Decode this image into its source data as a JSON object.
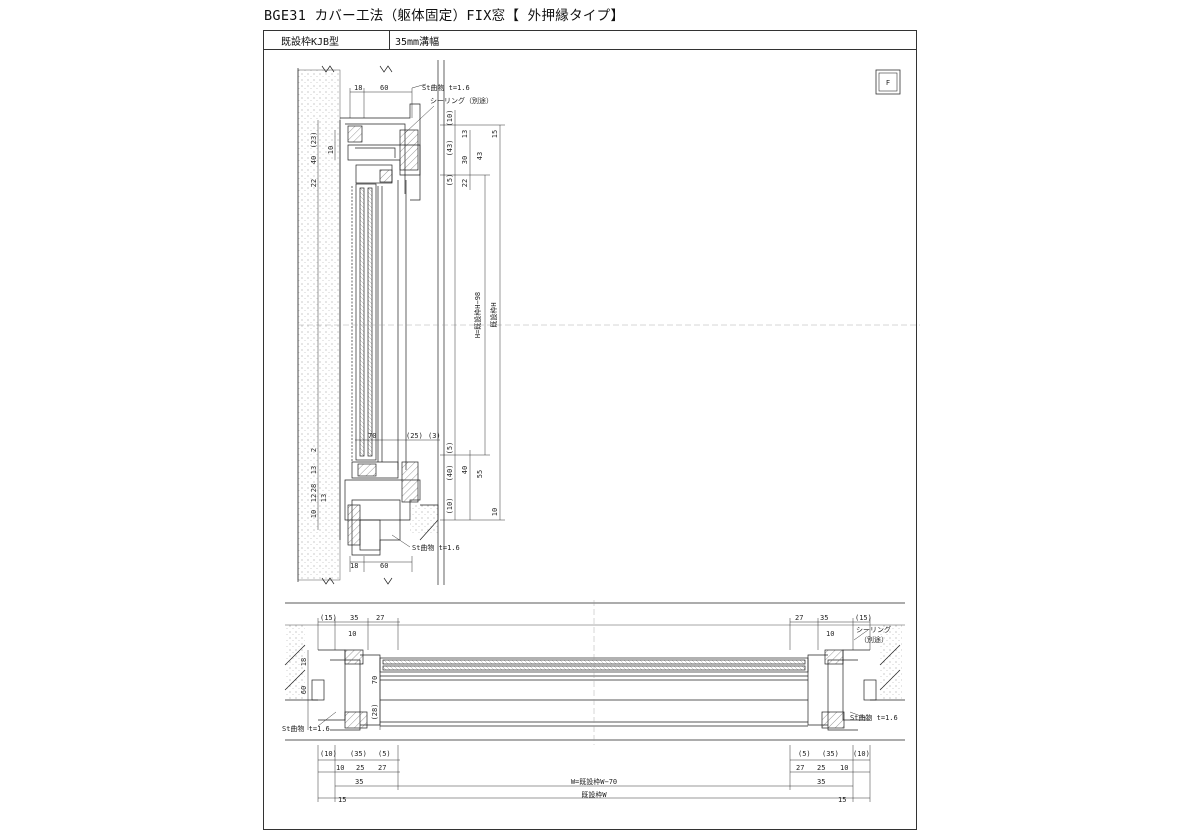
{
  "title": "BGE31 カバー工法（躯体固定）FIX窓【 外押縁タイプ】",
  "header": {
    "frame_type": "既設枠KJB型",
    "groove_width": "35mm溝幅"
  },
  "symbol": "F",
  "vertical_section": {
    "top_dims": [
      "18",
      "60"
    ],
    "bottom_dims": [
      "18",
      "60"
    ],
    "left_dims": [
      "(23)",
      "10",
      "40",
      "22",
      "2",
      "13",
      "28",
      "12",
      "13",
      "10"
    ],
    "right_inner_dims": [
      "(10)",
      "(43)",
      "(5)",
      "(5)",
      "(40)",
      "(10)"
    ],
    "right_dims": [
      "13",
      "30",
      "22",
      "40",
      "15",
      "43",
      "55",
      "10"
    ],
    "mid_dims": [
      "70",
      "(25)",
      "(3)"
    ],
    "label_st_top": "St曲物 t=1.6",
    "label_sealing": "シーリング（別途）",
    "label_st_bottom": "St曲物 t=1.6",
    "dim_h_inner": "H=既設枠H−98",
    "dim_h_outer": "既設枠H"
  },
  "horizontal_section": {
    "top_left": [
      "(15)",
      "35",
      "27",
      "10"
    ],
    "top_right": [
      "27",
      "35",
      "(15)",
      "10"
    ],
    "left_side": [
      "18",
      "60",
      "70",
      "(28)"
    ],
    "bottom_left_a": [
      "(10)",
      "(35)",
      "(5)"
    ],
    "bottom_left_b": [
      "10",
      "25",
      "27"
    ],
    "bottom_right_a": [
      "(5)",
      "(35)",
      "(10)"
    ],
    "bottom_right_b": [
      "27",
      "25",
      "10"
    ],
    "label_st_left": "St曲物 t=1.6",
    "label_st_right": "St曲物 t=1.6",
    "label_sealing_line1": "シーリング",
    "label_sealing_line2": "（別途）",
    "dim_w_inner_left": "35",
    "dim_w_inner": "W=既設枠W−70",
    "dim_w_inner_right": "35",
    "dim_w_outer_left": "15",
    "dim_w_outer": "既設枠W",
    "dim_w_outer_right": "15"
  }
}
